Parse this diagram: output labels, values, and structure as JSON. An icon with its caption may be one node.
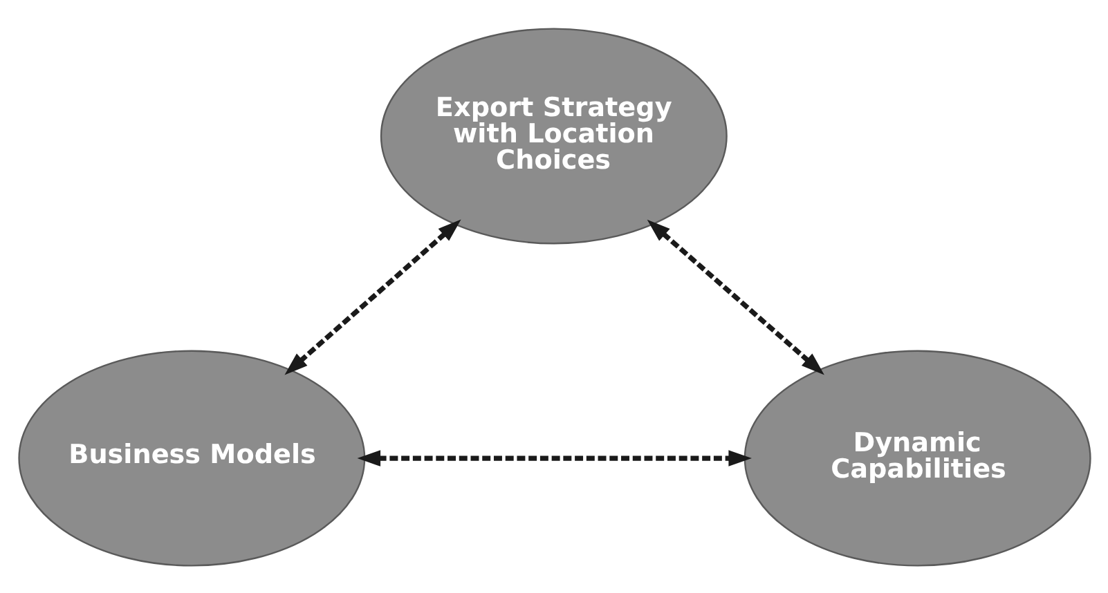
{
  "diagram": {
    "nodes": [
      {
        "text": [
          "Export Strategy with Location Choices"
        ]
      },
      {
        "text": [
          "Business Models"
        ]
      },
      {
        "text": [
          "Dynamic Capabilities"
        ]
      }
    ],
    "edges": [
      {
        "from": 0,
        "to": 1,
        "arrow": "both",
        "style": "dashed"
      },
      {
        "from": 0,
        "to": 2,
        "arrow": "both",
        "style": "dashed"
      },
      {
        "from": 1,
        "to": 2,
        "arrow": "both",
        "style": "dashed"
      }
    ]
  }
}
